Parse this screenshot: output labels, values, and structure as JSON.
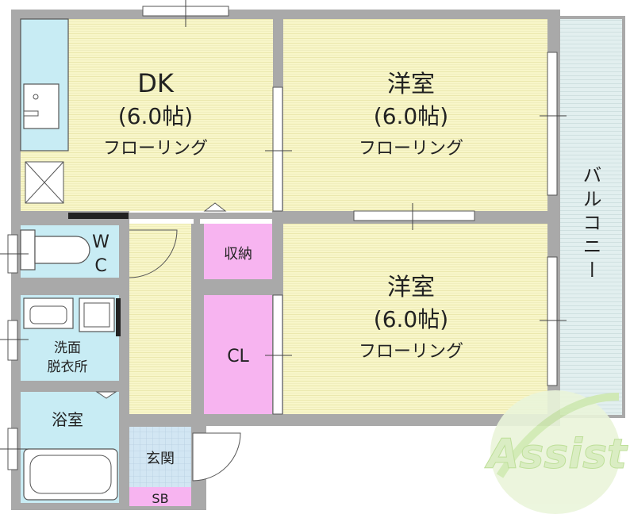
{
  "colors": {
    "wall": "#a9a9a9",
    "floor_wood": "#f8f6c9",
    "floor_stripe": "#eceab0",
    "wet_area": "#c8ecf4",
    "storage": "#f7b4f0",
    "balcony": "#dfeeee",
    "entrance_tile": "#d2e6f3",
    "logo_green": "#8dc63f"
  },
  "rooms": {
    "dk": {
      "name": "DK",
      "size": "(6.0帖)",
      "floor": "フローリング"
    },
    "western_top": {
      "name": "洋室",
      "size": "(6.0帖)",
      "floor": "フローリング"
    },
    "western_bottom": {
      "name": "洋室",
      "size": "(6.0帖)",
      "floor": "フローリング"
    },
    "closet": {
      "name": "CL"
    },
    "storage": {
      "name": "収納"
    },
    "balcony": {
      "name": "バルコニー"
    },
    "toilet": {
      "line1": "W",
      "line2": "C"
    },
    "washroom": {
      "line1": "洗面",
      "line2": "脱衣所"
    },
    "bath": {
      "name": "浴室"
    },
    "entrance": {
      "name": "玄関"
    },
    "shoebox": {
      "name": "SB"
    }
  },
  "logo": {
    "text": "Assist"
  }
}
